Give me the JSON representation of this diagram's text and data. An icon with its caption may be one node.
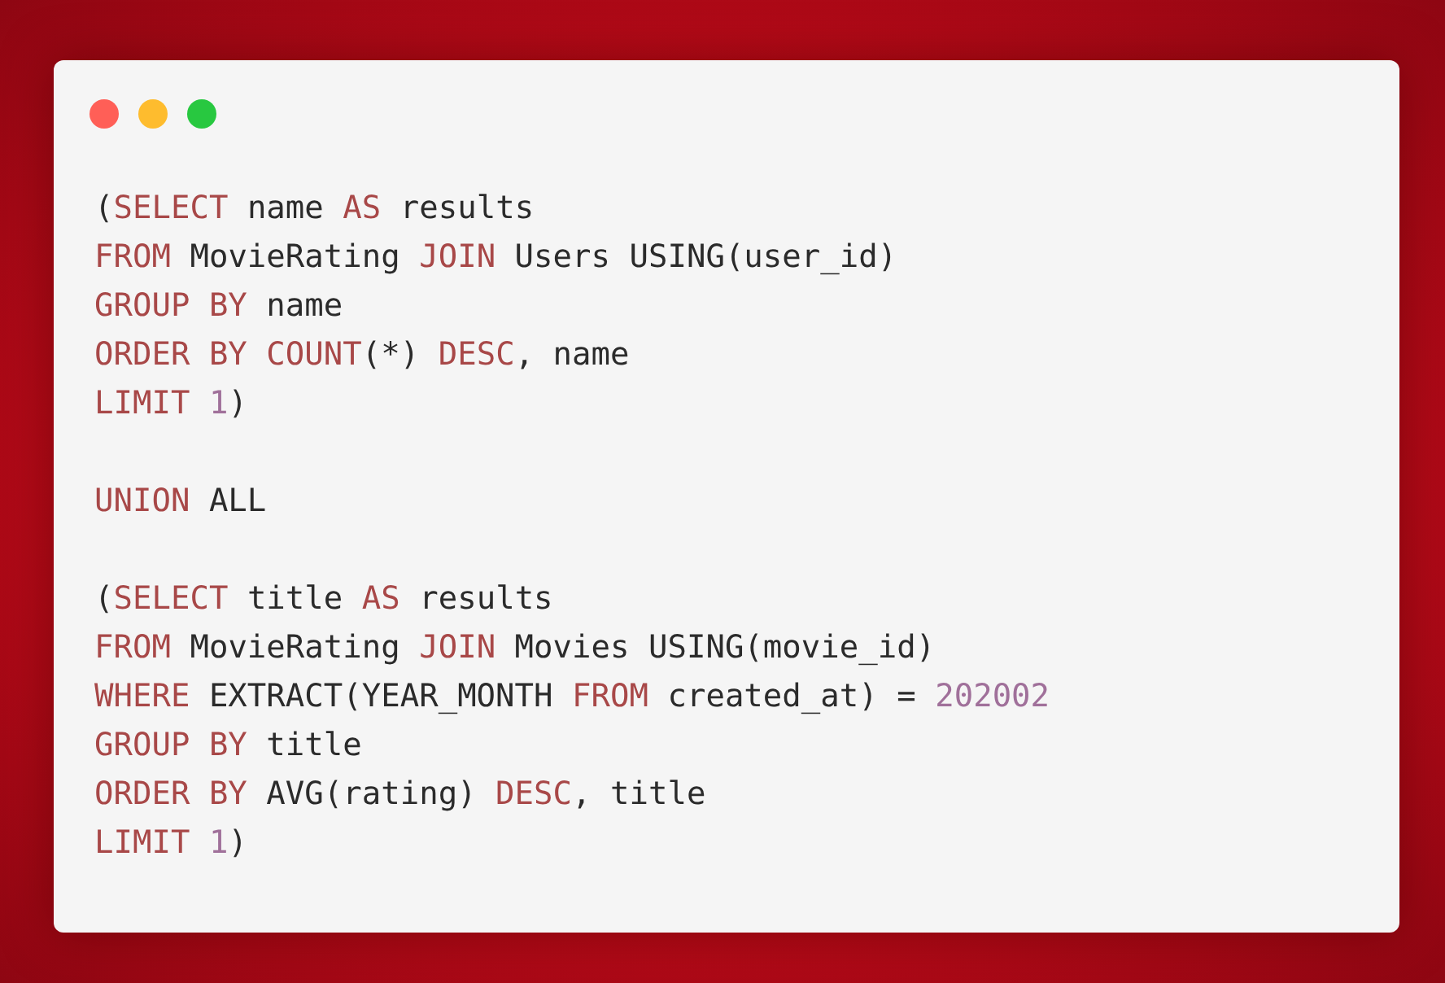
{
  "diagram": {
    "labels": [
      "(SELECT name AS results",
      "FROM MovieRating JOIN Users USING(user_id)",
      "GROUP BY name",
      "ORDER BY COUNT(*) DESC, name",
      "LIMIT 1)",
      "UNION ALL",
      "(SELECT title AS results",
      "FROM MovieRating JOIN Movies USING(movie_id)",
      "WHERE EXTRACT(YEAR_MONTH FROM created_at) = 202002",
      "GROUP BY title",
      "ORDER BY AVG(rating) DESC, title",
      "LIMIT 1)"
    ]
  }
}
